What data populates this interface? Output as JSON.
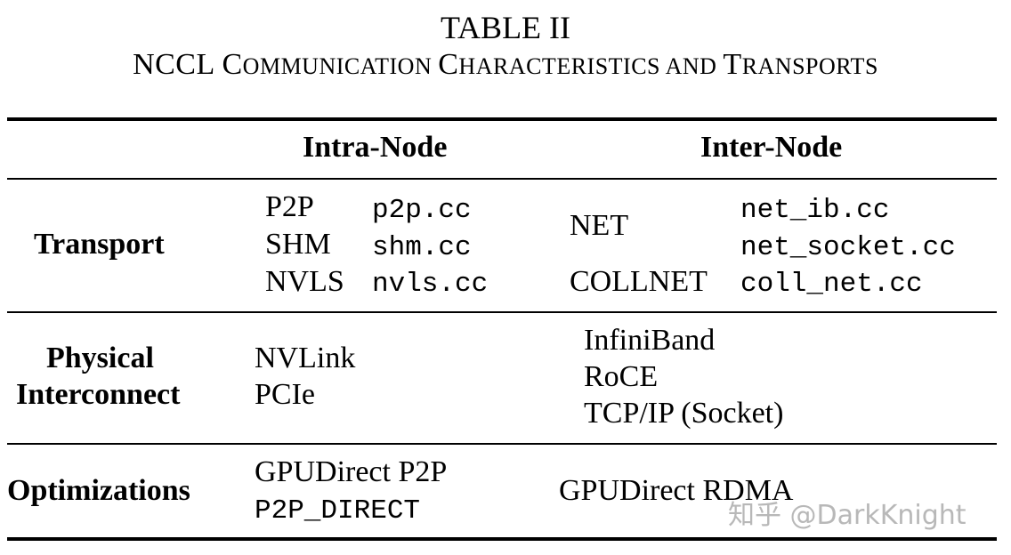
{
  "table": {
    "number": "TABLE II",
    "caption": "NCCL Communication Characteristics and Transports",
    "caption_parts": [
      {
        "big": "NCCL C",
        "small": "OMMUNICATION "
      },
      {
        "big": "C",
        "small": "HARACTERISTICS AND "
      },
      {
        "big": "T",
        "small": "RANSPORTS"
      }
    ],
    "columns": [
      "",
      "Intra-Node",
      "Inter-Node"
    ],
    "rows": [
      {
        "label": "Transport",
        "intra": [
          {
            "name": "P2P",
            "file": "p2p.cc"
          },
          {
            "name": "SHM",
            "file": "shm.cc"
          },
          {
            "name": "NVLS",
            "file": "nvls.cc"
          }
        ],
        "inter": [
          {
            "name": "NET",
            "files": [
              "net_ib.cc",
              "net_socket.cc"
            ]
          },
          {
            "name": "COLLNET",
            "files": [
              "coll_net.cc"
            ]
          }
        ]
      },
      {
        "label_lines": [
          "Physical",
          "Interconnect"
        ],
        "intra": [
          "NVLink",
          "PCIe"
        ],
        "inter": [
          "InfiniBand",
          "RoCE",
          "TCP/IP (Socket)"
        ]
      },
      {
        "label": "Optimizations",
        "intra": [
          "GPUDirect P2P",
          "P2P_DIRECT"
        ],
        "inter": [
          "GPUDirect RDMA"
        ]
      }
    ]
  },
  "watermark": "知乎 @DarkKnight"
}
